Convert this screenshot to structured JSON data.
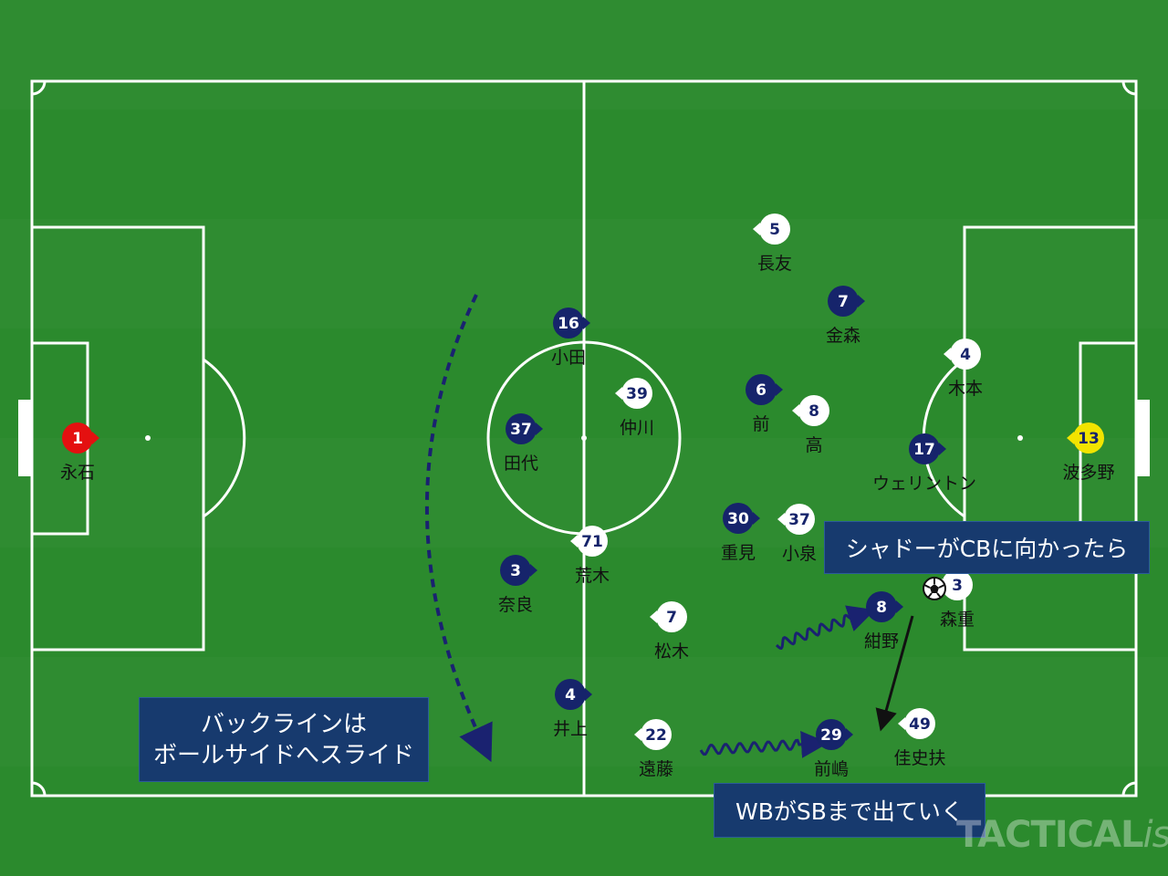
{
  "colors": {
    "pitch_stripe_a": "#2f8c31",
    "pitch_stripe_b": "#2b8a2d",
    "line": "#ffffff",
    "navy": "#16246b",
    "white": "#ffffff",
    "gk_left": "#e41010",
    "gk_right": "#f2e400",
    "arrow": "#1a2270",
    "note_bg": "#173a6e"
  },
  "players": [
    {
      "num": "1",
      "name": "永石",
      "team": "gk-left"
    },
    {
      "num": "16",
      "name": "小田",
      "team": "navy"
    },
    {
      "num": "37",
      "name": "田代",
      "team": "navy"
    },
    {
      "num": "3",
      "name": "奈良",
      "team": "navy"
    },
    {
      "num": "4",
      "name": "井上",
      "team": "navy"
    },
    {
      "num": "6",
      "name": "前",
      "team": "navy"
    },
    {
      "num": "7",
      "name": "金森",
      "team": "navy"
    },
    {
      "num": "17",
      "name": "ウェリントン",
      "team": "navy"
    },
    {
      "num": "30",
      "name": "重見",
      "team": "navy"
    },
    {
      "num": "8",
      "name": "紺野",
      "team": "navy"
    },
    {
      "num": "29",
      "name": "前嶋",
      "team": "navy"
    },
    {
      "num": "5",
      "name": "長友",
      "team": "white"
    },
    {
      "num": "4",
      "name": "木本",
      "team": "white"
    },
    {
      "num": "39",
      "name": "仲川",
      "team": "white"
    },
    {
      "num": "8",
      "name": "高",
      "team": "white"
    },
    {
      "num": "37",
      "name": "小泉",
      "team": "white"
    },
    {
      "num": "71",
      "name": "荒木",
      "team": "white"
    },
    {
      "num": "7",
      "name": "松木",
      "team": "white"
    },
    {
      "num": "22",
      "name": "遠藤",
      "team": "white"
    },
    {
      "num": "3",
      "name": "森重",
      "team": "white"
    },
    {
      "num": "49",
      "name": "佳史扶",
      "team": "white"
    },
    {
      "num": "13",
      "name": "波多野",
      "team": "gk-right"
    }
  ],
  "notes": {
    "left": [
      "バックラインは",
      "ボールサイドへスライド"
    ],
    "shadow": "シャドーがCBに向かったら",
    "wb": "WBがSBまで出ていく"
  },
  "watermark": {
    "main": "TACTICAL",
    "sub": "ista"
  },
  "icons": {
    "ball": "soccer-ball-icon"
  }
}
